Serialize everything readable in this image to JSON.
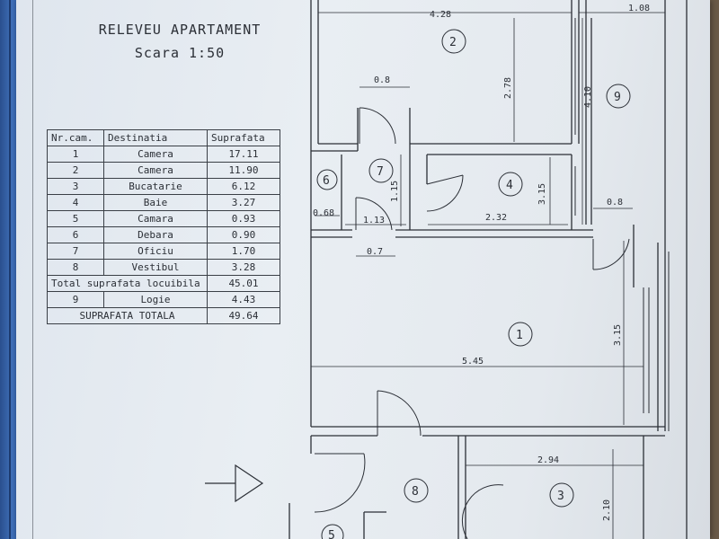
{
  "header": {
    "title": "RELEVEU APARTAMENT",
    "scale": "Scara 1:50"
  },
  "table": {
    "headers": [
      "Nr.cam.",
      "Destinatia",
      "Suprafata"
    ],
    "rows": [
      {
        "nr": "1",
        "dest": "Camera",
        "sup": "17.11"
      },
      {
        "nr": "2",
        "dest": "Camera",
        "sup": "11.90"
      },
      {
        "nr": "3",
        "dest": "Bucatarie",
        "sup": "6.12"
      },
      {
        "nr": "4",
        "dest": "Baie",
        "sup": "3.27"
      },
      {
        "nr": "5",
        "dest": "Camara",
        "sup": "0.93"
      },
      {
        "nr": "6",
        "dest": "Debara",
        "sup": "0.90"
      },
      {
        "nr": "7",
        "dest": "Oficiu",
        "sup": "1.70"
      },
      {
        "nr": "8",
        "dest": "Vestibul",
        "sup": "3.28"
      }
    ],
    "total_locuibila": {
      "label": "Total suprafata locuibila",
      "value": "45.01"
    },
    "logie": {
      "nr": "9",
      "dest": "Logie",
      "sup": "4.43"
    },
    "total": {
      "label": "SUPRAFATA TOTALA",
      "value": "49.64"
    }
  },
  "plan": {
    "room_numbers": [
      "1",
      "2",
      "3",
      "4",
      "5",
      "6",
      "7",
      "8",
      "9"
    ],
    "dimensions": {
      "room2_width": "4.28",
      "room9_width": "1.08",
      "room2_height": "2.78",
      "room9_height": "4.10",
      "oficiu_door": "0.8",
      "room7_height": "1.15",
      "room4_height": "3.15",
      "room5_width": "0.68",
      "room7_width": "1.13",
      "room4_width": "2.32",
      "door_09": "0.8",
      "door_07": "0.7",
      "room1_width": "5.45",
      "room1_height": "3.15",
      "room3_width": "2.94",
      "room3_height": "2.10"
    }
  }
}
